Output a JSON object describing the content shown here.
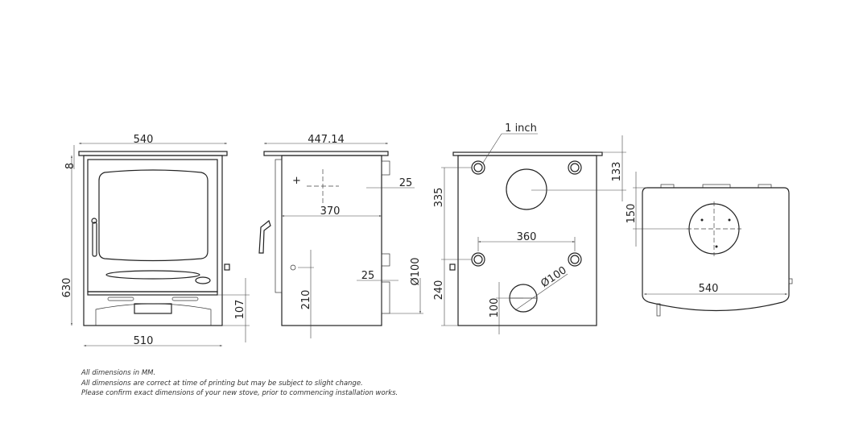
{
  "front_view": {
    "width_top": "540",
    "top_thickness": "8",
    "height": "630",
    "base_height": "107",
    "width_base": "510"
  },
  "side_view": {
    "depth": "447.14",
    "offset_upper": "25",
    "body_depth": "370",
    "offset_lower": "25",
    "duct_diameter": "Ø100",
    "duct_height": "210"
  },
  "rear_view": {
    "boss_label": "1 inch",
    "flue_from_top": "133",
    "boss_spacing_vertical": "335",
    "boss_spacing_horizontal": "360",
    "lower_boss_height": "240",
    "air_inlet_diameter": "Ø100",
    "air_inlet_height": "100"
  },
  "top_view": {
    "flue_from_back": "150",
    "width": "540"
  },
  "notes": [
    "All dimensions in MM.",
    "All dimensions are correct at time of printing but may be subject to slight change.",
    "Please confirm exact dimensions of your new stove, prior to commencing installation works."
  ]
}
